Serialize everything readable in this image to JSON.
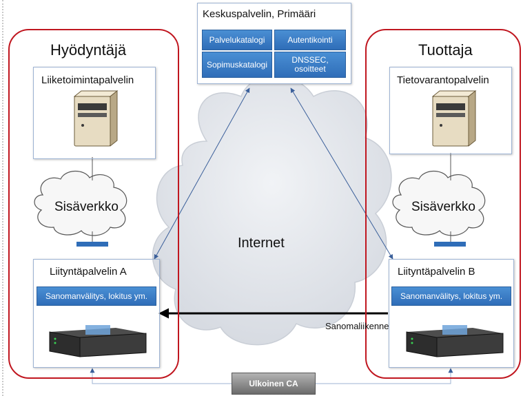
{
  "central": {
    "title": "Keskuspalvelin, Primääri",
    "service_catalog": "Palvelukatalogi",
    "authentication": "Autentikointi",
    "contract_catalog": "Sopimuskatalogi",
    "dnssec_line1": "DNSSEC,",
    "dnssec_line2": "osoitteet"
  },
  "consumer": {
    "title": "Hyödyntäjä",
    "business_server": "Liiketoimintapalvelin",
    "intranet": "Sisäverkko",
    "gateway": "Liityntäpalvelin A",
    "gateway_service": "Sanomanvälitys, lokitus ym."
  },
  "provider": {
    "title": "Tuottaja",
    "data_server": "Tietovarantopalvelin",
    "intranet": "Sisäverkko",
    "gateway": "Liityntäpalvelin B",
    "gateway_service": "Sanomanvälitys, lokitus ym."
  },
  "internet": "Internet",
  "message_traffic": "Sanomaliikenne",
  "external_ca": "Ulkoinen CA",
  "colors": {
    "group_border": "#c0161f",
    "panel_border": "#9db3d3",
    "button_blue": "#2f6db8",
    "cloud_fill": "#e4e7ec"
  }
}
